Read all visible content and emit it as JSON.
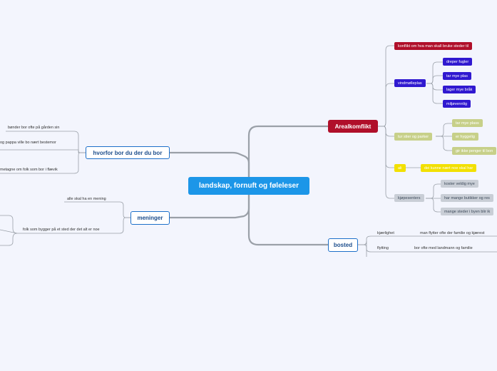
{
  "central": "landskap, fornuft og føleleser",
  "left": {
    "hvorfor": {
      "label": "hvorfor bor du der du bor",
      "items": [
        "bønder bor ofte på gården sin",
        "og pappa ville bo nært bestemor",
        "metagne om folk som bor i flævik"
      ]
    },
    "meninger": {
      "label": "meninger",
      "items": [
        "alle skal ha en mening",
        "folk som bygger på et sted der det alt er noe"
      ]
    }
  },
  "right": {
    "arealkonflikt": {
      "label": "Arealkomflikt",
      "konflikt": "konflikt om hva man skall bruke steder til",
      "vindmolle": {
        "label": "vindmølleplas",
        "items": [
          "dreper fugler",
          "tar mye plas",
          "lager mye bråk",
          "miljøvennlig"
        ]
      },
      "turstier": {
        "label": "tur stier og parker",
        "items": [
          "tar mye plass",
          "er hyggelig",
          "gir ikke penger til bon"
        ]
      },
      "ali": {
        "label": "ali",
        "item": "dei kunne nært noe skal har"
      },
      "kjop": {
        "label": "kjøpesenters",
        "items": [
          "koster veldig mye",
          "har mange butikker og res",
          "mange steder i byen blir ik"
        ]
      }
    },
    "bosted": {
      "label": "bosted",
      "items": [
        {
          "label": "kjærlighet",
          "text": "man flytter ofte der familie og kjærest"
        },
        {
          "label": "flytting",
          "text": "bor ofte med landmann og familie"
        }
      ]
    }
  }
}
